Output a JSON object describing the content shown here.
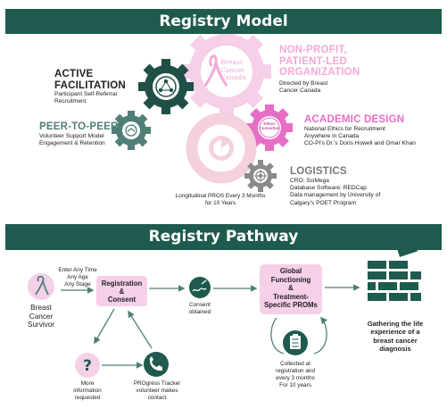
{
  "model": {
    "title": "Registry Model",
    "active": {
      "heading_1": "ACTIVE",
      "heading_2": "FACILITATION",
      "desc_1": "Participant Self-Referral",
      "desc_2": "Recruitment"
    },
    "peer": {
      "heading": "PEER-TO-PEER",
      "desc_1": "Volunteer Support Model",
      "desc_2": "Engagement & Retention"
    },
    "nonprofit": {
      "heading_1": "NON-PROFIT,",
      "heading_2": "PATIENT-LED",
      "heading_3": "ORGANIZATION",
      "desc_1": "Directed by Breast",
      "desc_2": "Cancer Canada"
    },
    "academic": {
      "heading": "ACADEMIC DESIGN",
      "desc_1": "National Ethics for Recruitment",
      "desc_2": "Anywhere in Canada",
      "desc_3": "CO-PI's Dr.'s Doris Howell and Omar Khan"
    },
    "logistics": {
      "heading": "LOGISTICS",
      "desc_1": "CRO: SciMega",
      "desc_2": "Database Software: REDCap",
      "desc_3": "Data management by University of",
      "desc_4": "Calgary's POET Program"
    },
    "longitudinal": {
      "line_1": "Longitudinal PROS Every 3 Months",
      "line_2": "for 10 Years"
    },
    "logo_bcc": {
      "line_1": "Breast",
      "line_2": "Cancer",
      "line_3": "Canada"
    },
    "logo_ethics": {
      "line_1": "Ethics",
      "line_2": "Committee"
    }
  },
  "pathway": {
    "title": "Registry Pathway",
    "survivor": {
      "line_1": "Breast",
      "line_2": "Cancer",
      "line_3": "Survivor"
    },
    "enter": {
      "line_1": "Enter Any Time",
      "line_2": "Any Age",
      "line_3": "Any Stage"
    },
    "registration": {
      "line_1": "Registration",
      "line_2": "&",
      "line_3": "Consent"
    },
    "consent": {
      "line_1": "Consent",
      "line_2": "obtained"
    },
    "global": {
      "line_1": "Global",
      "line_2": "Functioning",
      "line_3": "&",
      "line_4": "Treatment-",
      "line_5": "Specific PROMs"
    },
    "gathering": {
      "line_1": "Gathering the life",
      "line_2": "experience of a",
      "line_3": "breast cancer",
      "line_4": "diagnosis"
    },
    "more_info": {
      "line_1": "More",
      "line_2": "information",
      "line_3": "requested"
    },
    "tracker": {
      "line_1": "PROgress Tracker",
      "line_2": "volunteer makes",
      "line_3": "contact"
    },
    "collected": {
      "line_1": "Collected at",
      "line_2": "registration and",
      "line_3": "every 3 months",
      "line_4": "For 10 years"
    }
  },
  "colors": {
    "teal": "#1f5a4e",
    "pink": "#f6cfe8",
    "magenta": "#e56fc4",
    "gray": "#8a8a8a",
    "light_pink": "#f4d1dc",
    "slate": "#4f7f78"
  }
}
